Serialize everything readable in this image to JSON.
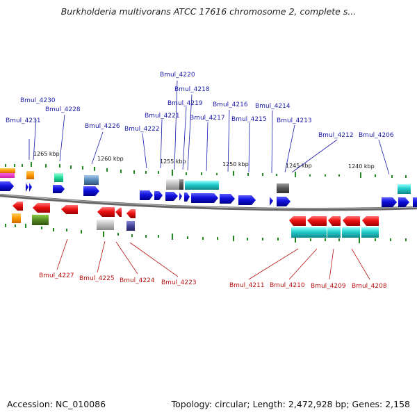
{
  "title": "Burkholderia multivorans ATCC 17616 chromosome 2, complete s...",
  "footer": {
    "accession": "Accession: NC_010086",
    "summary": "Topology: circular; Length: 2,472,928 bp; Genes: 2,158"
  },
  "colors": {
    "forward_label": "#1a1aaa",
    "reverse_label": "#bb1111",
    "backbone": "#7a7a7a",
    "tick": "#228822",
    "forward_gene": "#1010dd",
    "reverse_gene": "#ee1111",
    "cyan_feature": "#22cccc"
  },
  "scale_labels": [
    "1265 kbp",
    "1260 kbp",
    "1255 kbp",
    "1250 kbp",
    "1245 kbp",
    "1240 kbp"
  ],
  "forward_genes": [
    {
      "name": "Bmul_4231"
    },
    {
      "name": "Bmul_4230"
    },
    {
      "name": "Bmul_4228"
    },
    {
      "name": "Bmul_4226"
    },
    {
      "name": "Bmul_4222"
    },
    {
      "name": "Bmul_4221"
    },
    {
      "name": "Bmul_4220"
    },
    {
      "name": "Bmul_4219"
    },
    {
      "name": "Bmul_4218"
    },
    {
      "name": "Bmul_4217"
    },
    {
      "name": "Bmul_4216"
    },
    {
      "name": "Bmul_4215"
    },
    {
      "name": "Bmul_4214"
    },
    {
      "name": "Bmul_4213"
    },
    {
      "name": "Bmul_4212"
    },
    {
      "name": "Bmul_4206"
    }
  ],
  "reverse_genes": [
    {
      "name": "Bmul_4227"
    },
    {
      "name": "Bmul_4225"
    },
    {
      "name": "Bmul_4224"
    },
    {
      "name": "Bmul_4223"
    },
    {
      "name": "Bmul_4211"
    },
    {
      "name": "Bmul_4210"
    },
    {
      "name": "Bmul_4209"
    },
    {
      "name": "Bmul_4208"
    }
  ]
}
